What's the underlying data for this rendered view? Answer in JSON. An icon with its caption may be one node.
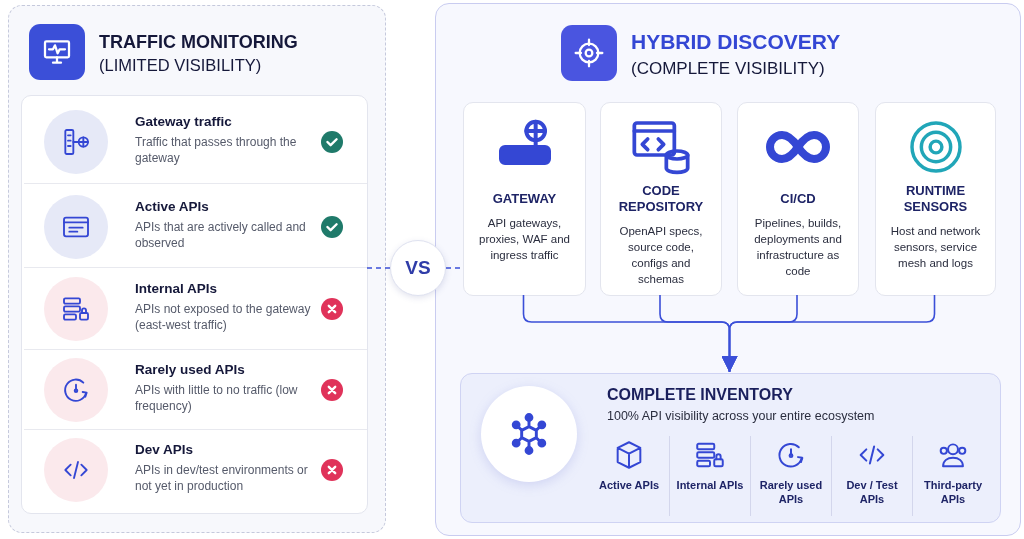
{
  "diagram": {
    "nodes": [
      {
        "text": [
          "TRAFFIC MONITORING",
          "(LIMITED VISIBILITY)"
        ]
      },
      {
        "text": [],
        "shape": "box",
        "in": 0
      },
      {
        "text": [
          "Gateway traffic",
          "Traffic that passes through the gateway"
        ],
        "in": 1
      },
      {
        "text": [
          "Active APIs",
          "APIs that are actively called and observed"
        ],
        "in": 1
      },
      {
        "text": [
          "Internal APIs",
          "APIs not exposed to the gateway (east-west traffic)"
        ],
        "in": 1
      },
      {
        "text": [
          "Rarely used APIs",
          "APIs with little to no traffic (low frequency)"
        ],
        "in": 1
      },
      {
        "text": [
          "Dev APIs",
          "APIs in dev/test environments or not yet in production"
        ],
        "in": 1
      },
      {
        "text": [
          "VS"
        ]
      },
      {
        "text": [
          "HYBRID DISCOVERY",
          "(COMPLETE VISIBILITY)"
        ]
      },
      {
        "text": [
          "GATEWAY",
          "API gateways, proxies, WAF and ingress traffic"
        ],
        "in": 8
      },
      {
        "text": [
          "CODE REPOSITORY",
          "OpenAPI specs, source code, configs and schemas"
        ],
        "in": 8
      },
      {
        "text": [
          "CI/CD",
          "Pipelines, builds, deployments and infrastructure as code"
        ],
        "in": 8
      },
      {
        "text": [
          "RUNTIME SENSORS",
          "Host and network sensors, service mesh and logs"
        ],
        "in": 8
      },
      {
        "text": [
          "COMPLETE INVENTORY",
          "100% API visibility across your entire ecosystem",
          "Active APIs",
          "Internal APIs",
          "Rarely used APIs",
          "Dev / Test APIs",
          "Third-party APIs"
        ],
        "in": 8
      }
    ],
    "edges": [
      {
        "from": 1,
        "to": 7,
        "arrow": "none",
        "style": "dashed"
      },
      {
        "from": 7,
        "to": 9,
        "arrow": "none",
        "style": "dashed"
      },
      {
        "from": 9,
        "to": 13,
        "arrow": "to"
      },
      {
        "from": 10,
        "to": 13,
        "arrow": "to"
      },
      {
        "from": 11,
        "to": 13,
        "arrow": "to"
      },
      {
        "from": 12,
        "to": 13,
        "arrow": "to"
      }
    ]
  }
}
